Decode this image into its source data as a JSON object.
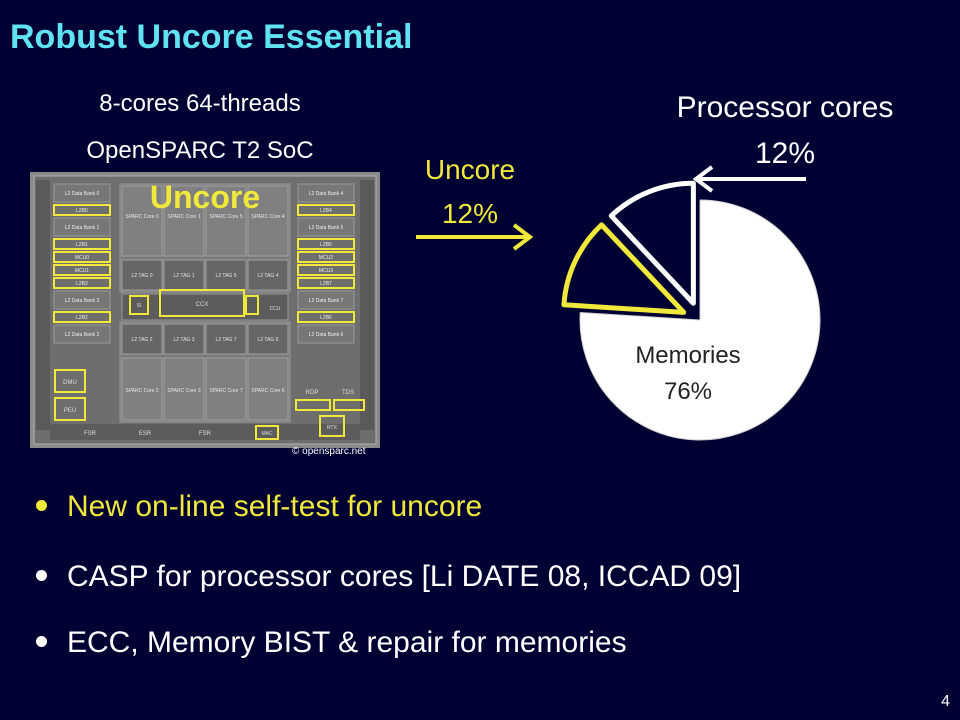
{
  "slide": {
    "title": "Robust Uncore Essential",
    "page_number": "4"
  },
  "chip": {
    "caption_line1": "8-cores 64-threads",
    "caption_line2": "OpenSPARC T2 SoC",
    "overlay_label": "Uncore",
    "copyright": "© opensparc.net",
    "blocks": {
      "l2_data_banks": [
        "L2 Data Bank 0",
        "L2 Data Bank 1",
        "L2 Data Bank 2",
        "L2 Data Bank 3",
        "L2 Data Bank 4",
        "L2 Data Bank 5",
        "L2 Data Bank 6",
        "L2 Data Bank 7"
      ],
      "l2_buffers": [
        "L2B0",
        "L2B1",
        "L2B2",
        "L2B3",
        "L2B4",
        "L2B5",
        "L2B6",
        "L2B7"
      ],
      "mcu": [
        "MCU0",
        "MCU1",
        "MCU2",
        "MCU3"
      ],
      "sparc_cores": [
        "SPARC Core 0",
        "SPARC Core 1",
        "SPARC Core 2",
        "SPARC Core 3",
        "SPARC Core 4",
        "SPARC Core 5",
        "SPARC Core 6",
        "SPARC Core 7"
      ],
      "l2_tags": [
        "L2 TAG 0",
        "L2 TAG 1",
        "L2 TAG 2",
        "L2 TAG 3",
        "L2 TAG 4",
        "L2 TAG 5",
        "L2 TAG 6",
        "L2 TAG 7"
      ],
      "ccx": "CCX",
      "ccu": "CCU",
      "dmu": "DMU",
      "peu": "PEU",
      "fsr": "FSR",
      "esr": "ESR",
      "mac": "MAC",
      "rdp": "RDP",
      "tds": "TDS",
      "rtx": "RTX",
      "si": "SI"
    }
  },
  "labels": {
    "uncore": [
      "Uncore",
      "12%"
    ],
    "processor_cores": [
      "Processor cores",
      "12%"
    ],
    "memories": [
      "Memories",
      "76%"
    ]
  },
  "chart_data": {
    "type": "pie",
    "slices": [
      {
        "name": "Memories",
        "value": 76,
        "exploded": false,
        "fill": "#ffffff"
      },
      {
        "name": "Uncore",
        "value": 12,
        "exploded": true,
        "fill": "#000033",
        "outline": "#f0e83a"
      },
      {
        "name": "Processor cores",
        "value": 12,
        "exploded": true,
        "fill": "#000033",
        "outline": "#ffffff"
      }
    ]
  },
  "bullets": [
    "New on-line self-test for uncore",
    "CASP for processor cores [Li DATE 08, ICCAD 09]",
    "ECC, Memory BIST & repair for memories"
  ],
  "colors": {
    "background": "#000033",
    "title": "#5fe3f0",
    "accent_yellow": "#f0e83a",
    "text": "#ffffff"
  }
}
